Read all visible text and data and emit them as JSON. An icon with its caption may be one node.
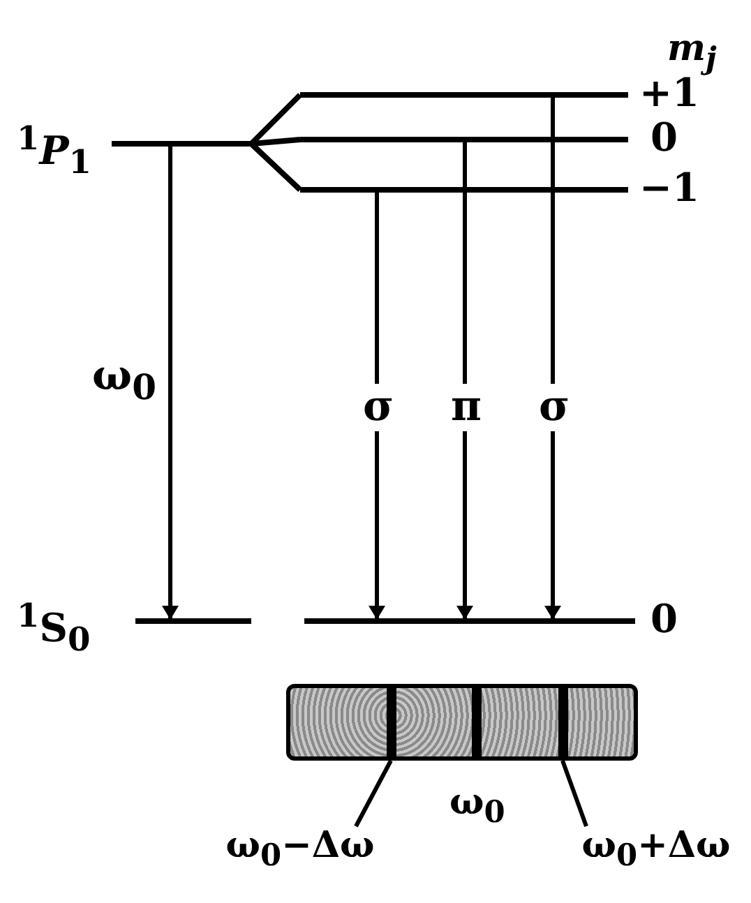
{
  "diagram": {
    "nodes": [
      {
        "text": [
          "$^{1}$*P*$_{1}$"
        ]
      },
      {
        "text": [
          "+1"
        ]
      },
      {
        "text": [
          "0"
        ]
      },
      {
        "text": [
          "−1"
        ]
      },
      {
        "text": [
          "$^{1}$S$_{0}$"
        ]
      },
      {
        "text": [
          "0"
        ]
      },
      {
        "text": [],
        "shape": "bar"
      },
      {
        "text": [],
        "shape": "bar",
        "in": 6
      },
      {
        "text": [],
        "shape": "bar",
        "in": 6
      },
      {
        "text": [],
        "shape": "bar",
        "in": 6
      },
      {
        "text": [
          "ω$_{0}$−Δω"
        ]
      },
      {
        "text": [
          "ω$_{0}$+Δω"
        ]
      }
    ],
    "edges": [
      {
        "from": 0,
        "to": 1,
        "arrow": "none"
      },
      {
        "from": 0,
        "to": 2,
        "arrow": "none"
      },
      {
        "from": 0,
        "to": 3,
        "arrow": "none"
      },
      {
        "from": 0,
        "to": 4,
        "arrow": "to",
        "label": "ω$_{0}$"
      },
      {
        "from": 3,
        "to": 5,
        "arrow": "to",
        "label": "σ"
      },
      {
        "from": 2,
        "to": 5,
        "arrow": "to",
        "label": "π"
      },
      {
        "from": 1,
        "to": 5,
        "arrow": "to",
        "label": "σ"
      },
      {
        "from": 10,
        "to": 7,
        "arrow": "none"
      },
      {
        "from": 11,
        "to": 9,
        "arrow": "none"
      }
    ],
    "labels": [
      "m$_{j}$",
      "ω$_{0}$"
    ]
  }
}
